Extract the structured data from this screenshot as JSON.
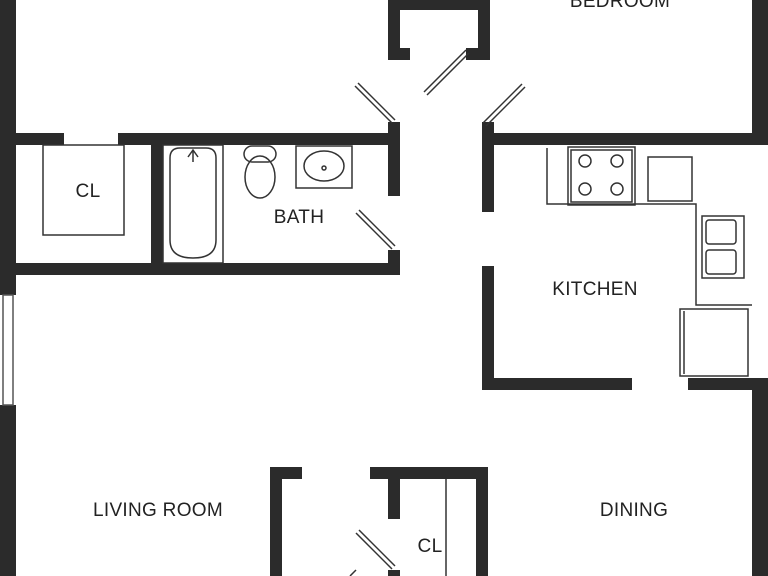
{
  "floorplan": {
    "rooms": {
      "bedroom": "BEDROOM",
      "closet_top": "CL",
      "bath": "BATH",
      "kitchen": "KITCHEN",
      "living_room": "LIVING ROOM",
      "dining": "DINING",
      "closet_bottom": "CL"
    },
    "colors": {
      "wall": "#2b2b2b",
      "fixture_line": "#333333",
      "background": "#ffffff"
    }
  }
}
